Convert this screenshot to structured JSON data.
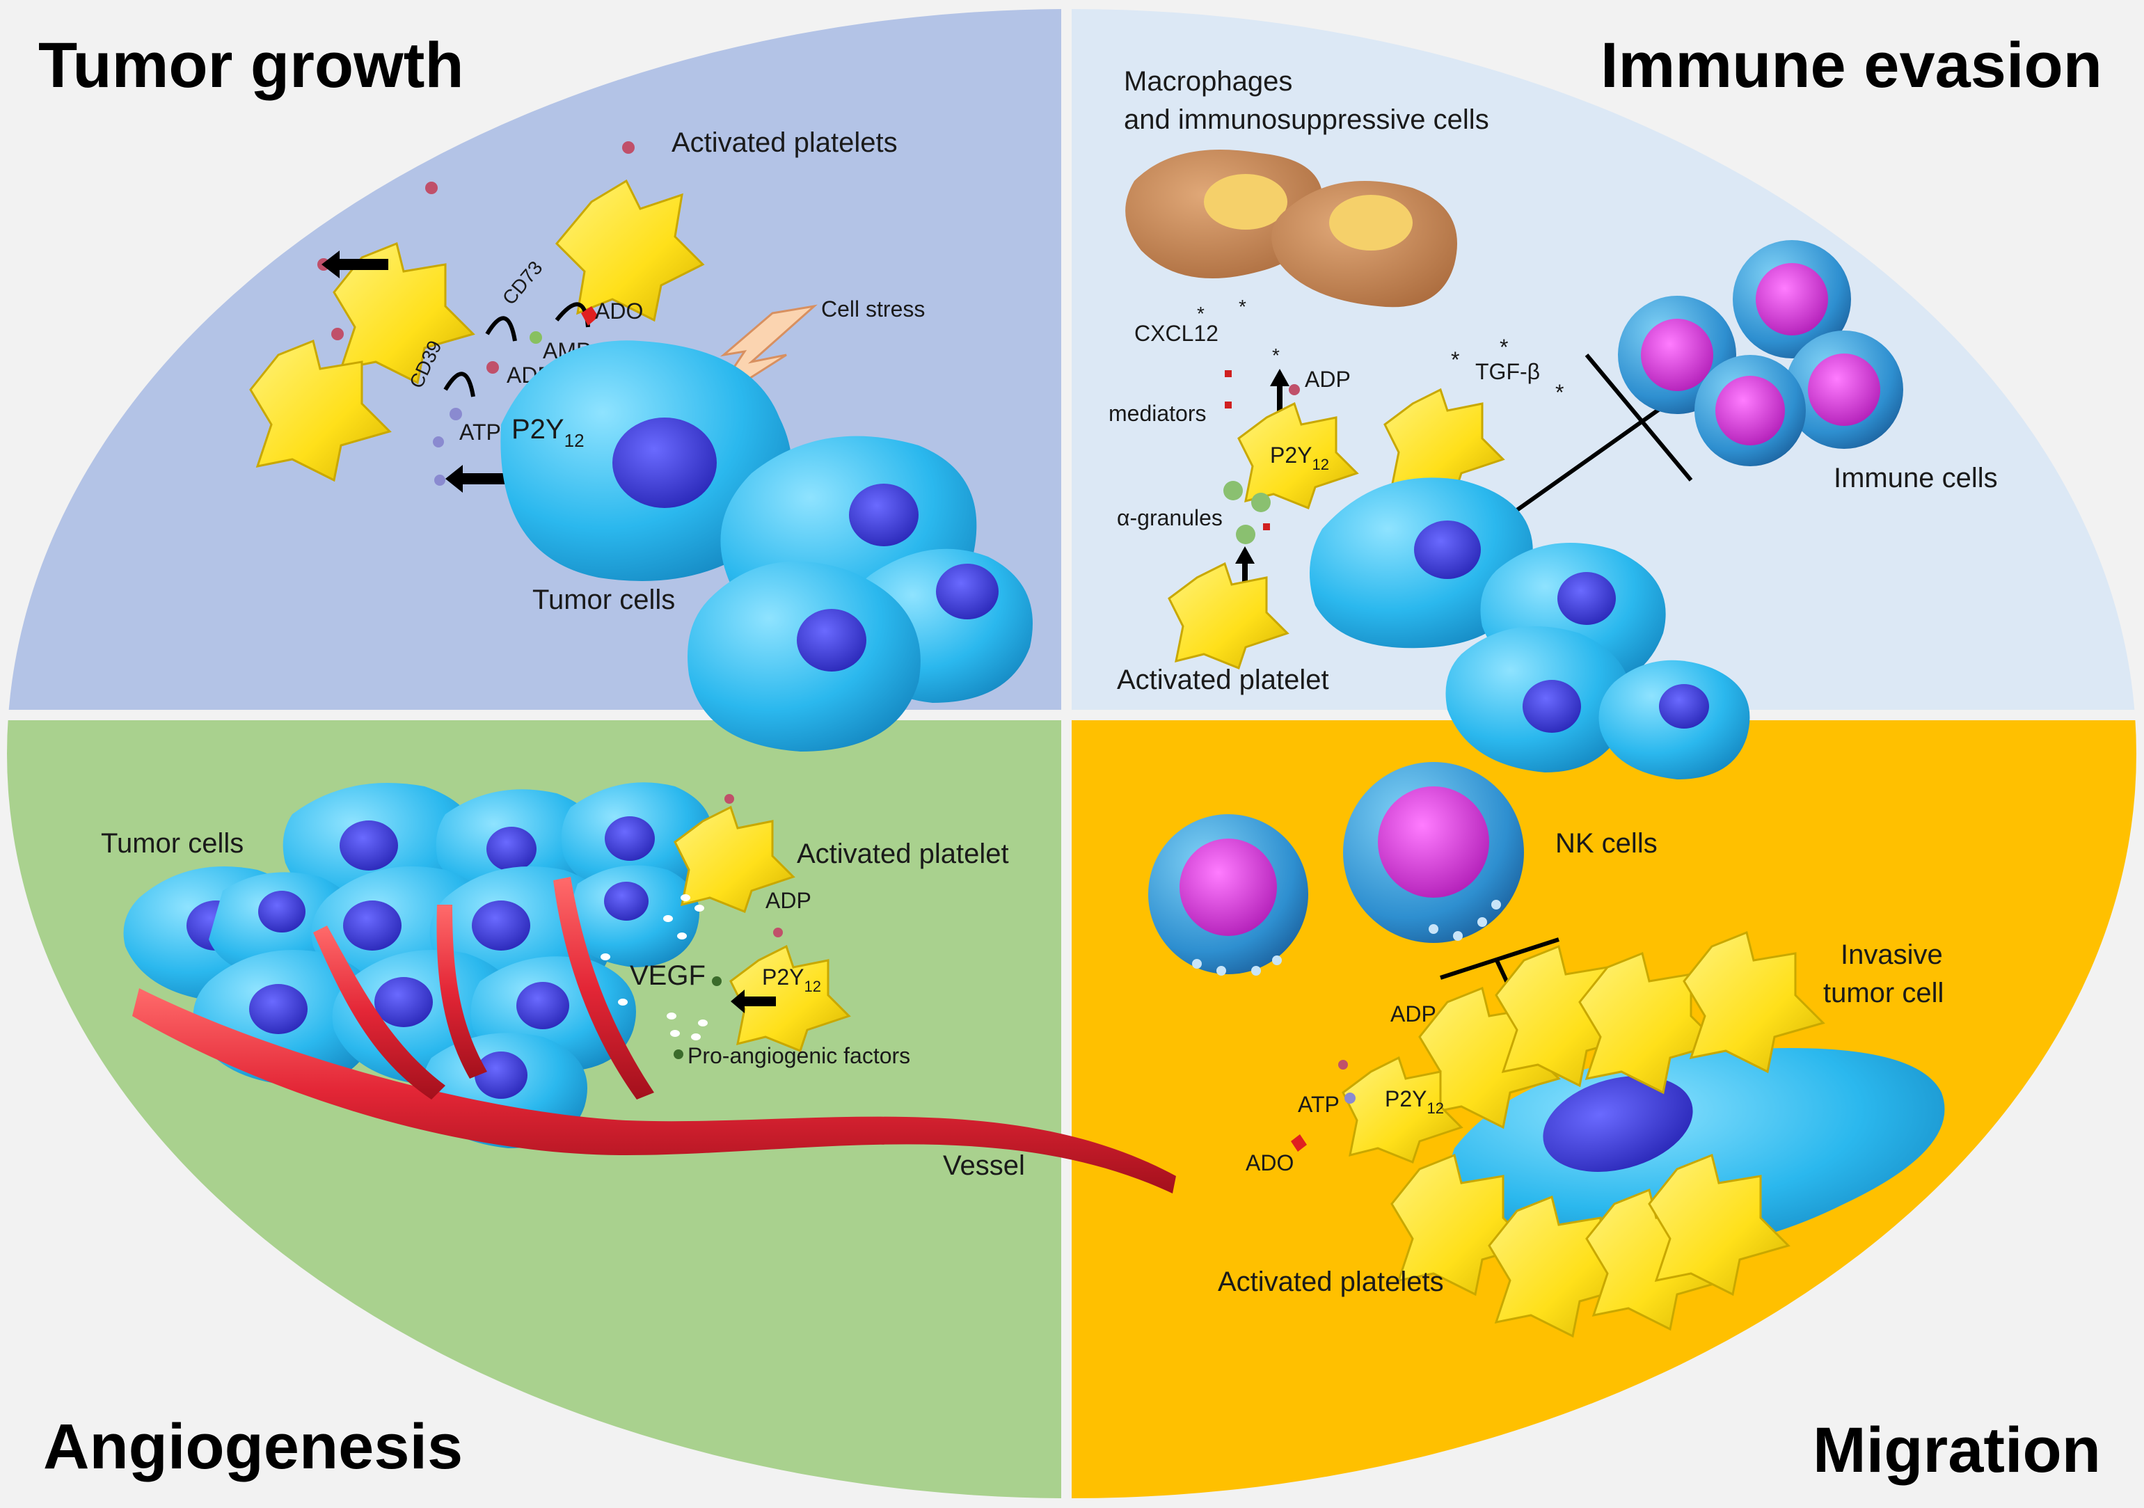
{
  "panels": {
    "tumor_growth": {
      "title": "Tumor growth",
      "activated_platelets": "Activated platelets",
      "cell_stress": "Cell stress",
      "cd39": "CD39",
      "cd73": "CD73",
      "ado": "ADO",
      "amp": "AMP",
      "adp": "ADP",
      "atp": "ATP",
      "p2y": "P2Y",
      "p2y_sub": "12",
      "tumor_cells": "Tumor cells"
    },
    "immune_evasion": {
      "title": "Immune evasion",
      "macrophages_line1": "Macrophages",
      "macrophages_line2": "and immunosuppressive cells",
      "cxcl12": "CXCL12",
      "adp": "ADP",
      "mediators": "mediators",
      "p2y": "P2Y",
      "p2y_sub": "12",
      "tgf": "TGF-β",
      "alpha_granules": "α-granules",
      "immune_cells": "Immune cells",
      "activated_platelet": "Activated platelet"
    },
    "angiogenesis": {
      "title": "Angiogenesis",
      "tumor_cells": "Tumor cells",
      "activated_platelet": "Activated platelet",
      "adp": "ADP",
      "vegf": "VEGF",
      "p2y": "P2Y",
      "p2y_sub": "12",
      "pro_angiogenic": "Pro-angiogenic factors",
      "vessel": "Vessel"
    },
    "migration": {
      "title": "Migration",
      "nk_cells": "NK cells",
      "invasive_line1": "Invasive",
      "invasive_line2": "tumor cell",
      "adp": "ADP",
      "atp": "ATP",
      "p2y": "P2Y",
      "p2y_sub": "12",
      "ado": "ADO",
      "activated_platelets": "Activated platelets"
    }
  },
  "colors": {
    "tumor_growth_bg": "#b3c3e6",
    "immune_evasion_bg": "#dce8f5",
    "angiogenesis_bg": "#a9d18e",
    "migration_bg": "#ffc000",
    "tumor_cell": "#2bb8ee",
    "nucleus": "#3c3cd6",
    "platelet": "#ffe533",
    "vessel": "#e8303c",
    "immune_cell": "#3c9ad6",
    "immune_nucleus": "#d63cd6",
    "macrophage": "#c88a55"
  }
}
